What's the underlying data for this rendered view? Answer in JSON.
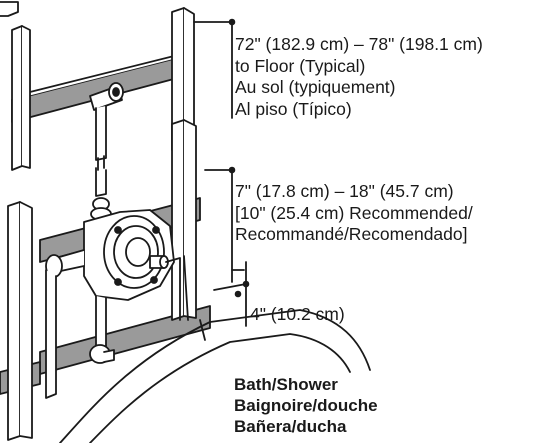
{
  "dimension_top": {
    "lines": [
      "72\" (182.9 cm) – 78\" (198.1 cm)",
      "to Floor (Typical)",
      "Au sol (typiquement)",
      "Al piso (Típico)"
    ]
  },
  "dimension_middle": {
    "lines": [
      "7\" (17.8 cm) – 18\" (45.7 cm)",
      "[10\" (25.4 cm) Recommended/",
      "Recommandé/Recomendado]"
    ]
  },
  "dimension_bottom": {
    "text": "4\" (10.2 cm)"
  },
  "application": {
    "lines": [
      "Bath/Shower",
      "Baignoire/douche",
      "Bañera/ducha"
    ]
  },
  "colors": {
    "line": "#1a1a1a",
    "brace_fill": "#9a9a9a",
    "background": "#ffffff"
  },
  "icons": [
    "valve-body-icon",
    "supply-pipe-icon",
    "stud-icon",
    "brace-icon",
    "tub-outline-icon"
  ]
}
